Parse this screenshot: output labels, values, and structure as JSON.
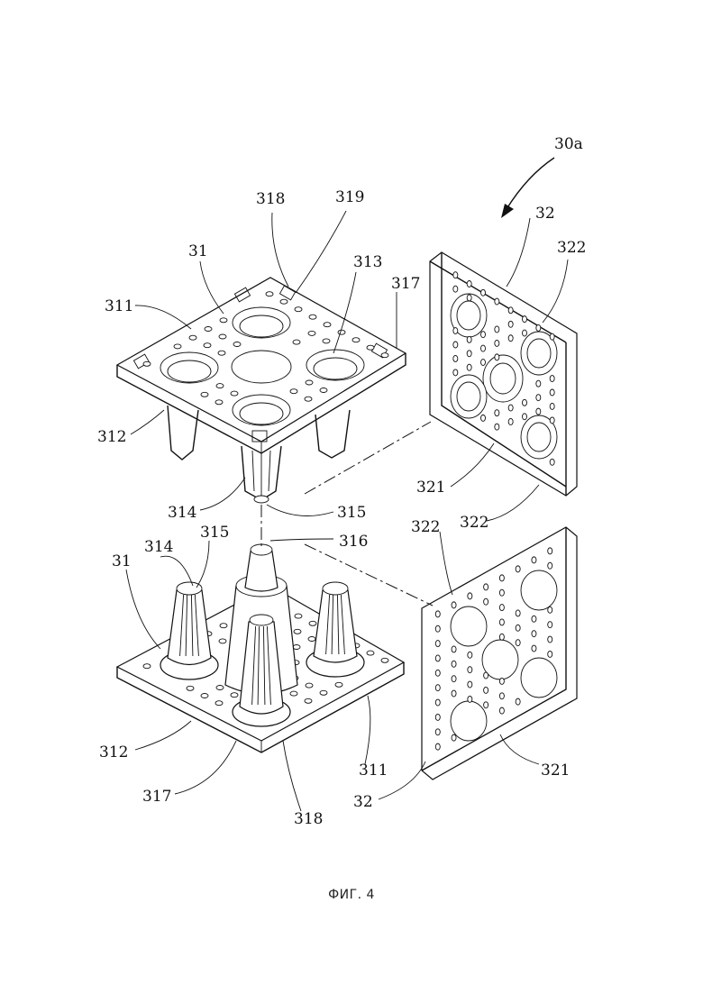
{
  "figure": {
    "caption": "ФИГ. 4",
    "assembly_label": "30a"
  },
  "reference_labels": {
    "l318_top": "318",
    "l319": "319",
    "l31_top": "31",
    "l313": "313",
    "l311_top": "311",
    "l317_top": "317",
    "l312_top": "312",
    "l314_top": "314",
    "l315_top": "315",
    "l316": "316",
    "l32_top": "32",
    "l322_top": "322",
    "l321_top": "321",
    "l322_mid": "322",
    "l322_low": "322",
    "l314_low": "314",
    "l315_low": "315",
    "l31_low": "31",
    "l312_low": "312",
    "l317_low": "317",
    "l318_low": "318",
    "l311_low": "311",
    "l32_low": "32",
    "l321_low": "321"
  }
}
